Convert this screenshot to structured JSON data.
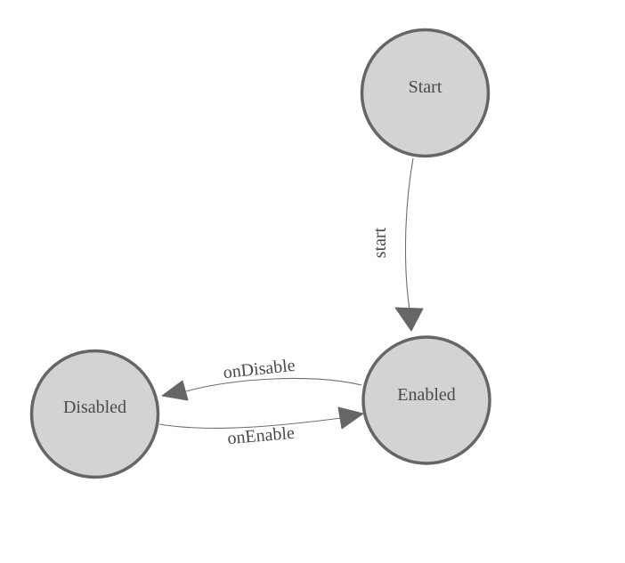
{
  "diagram": {
    "type": "state-machine-graph",
    "nodes": [
      {
        "id": "start",
        "label": "Start"
      },
      {
        "id": "enabled",
        "label": "Enabled"
      },
      {
        "id": "disabled",
        "label": "Disabled"
      }
    ],
    "edges": [
      {
        "id": "start-to-enabled",
        "from": "Start",
        "to": "Enabled",
        "label": "start"
      },
      {
        "id": "enabled-to-disabled",
        "from": "Enabled",
        "to": "Disabled",
        "label": "onDisable"
      },
      {
        "id": "disabled-to-enabled",
        "from": "Disabled",
        "to": "Enabled",
        "label": "onEnable"
      }
    ],
    "colors": {
      "background": "#ffffff",
      "node_fill": "#d3d3d3",
      "node_stroke": "#666666",
      "edge_stroke": "#6e6e6e",
      "arrow_fill": "#666666",
      "text": "#4a4a4a"
    }
  }
}
